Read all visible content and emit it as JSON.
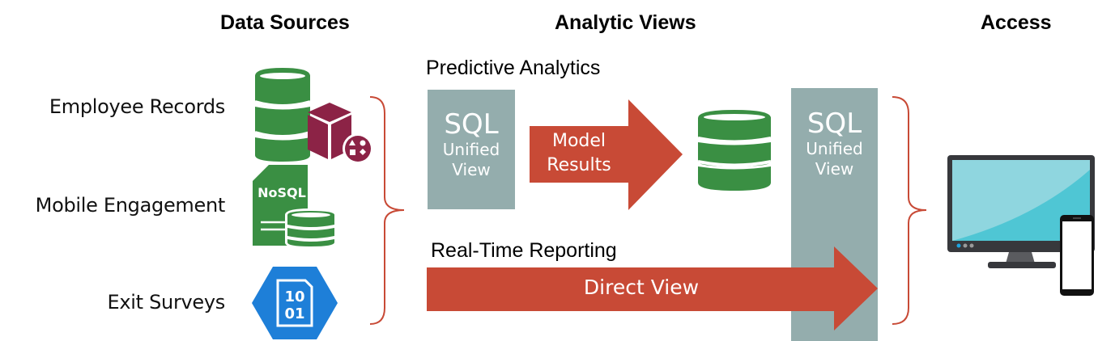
{
  "headings": {
    "data_sources": "Data Sources",
    "analytic_views": "Analytic Views",
    "access": "Access"
  },
  "data_sources": [
    {
      "label": "Employee Records",
      "icon": "database-with-cube-icon"
    },
    {
      "label": "Mobile Engagement",
      "icon": "nosql-database-icon",
      "icon_text": "NoSQL"
    },
    {
      "label": "Exit Surveys",
      "icon": "binary-file-hexagon-icon",
      "icon_text_line1": "10",
      "icon_text_line2": "01"
    }
  ],
  "analytics": {
    "predictive_title": "Predictive Analytics",
    "sql_view_left": {
      "title": "SQL",
      "line1": "Unified",
      "line2": "View"
    },
    "model_results_arrow": {
      "line1": "Model",
      "line2": "Results"
    },
    "result_store_icon": "database-icon",
    "realtime_title": "Real-Time Reporting",
    "direct_view_arrow": "Direct View",
    "sql_view_right": {
      "title": "SQL",
      "line1": "Unified",
      "line2": "View"
    }
  },
  "access": {
    "icon": "desktop-and-phone-icon"
  },
  "colors": {
    "green": "#3a8f43",
    "maroon": "#8c2346",
    "blue": "#1e7fd8",
    "arrow_red": "#c84a36",
    "sql_gray": "#94adad",
    "bracket": "#c84a36",
    "screen_teal": "#4fc6d4",
    "monitor_dark": "#37383c"
  }
}
